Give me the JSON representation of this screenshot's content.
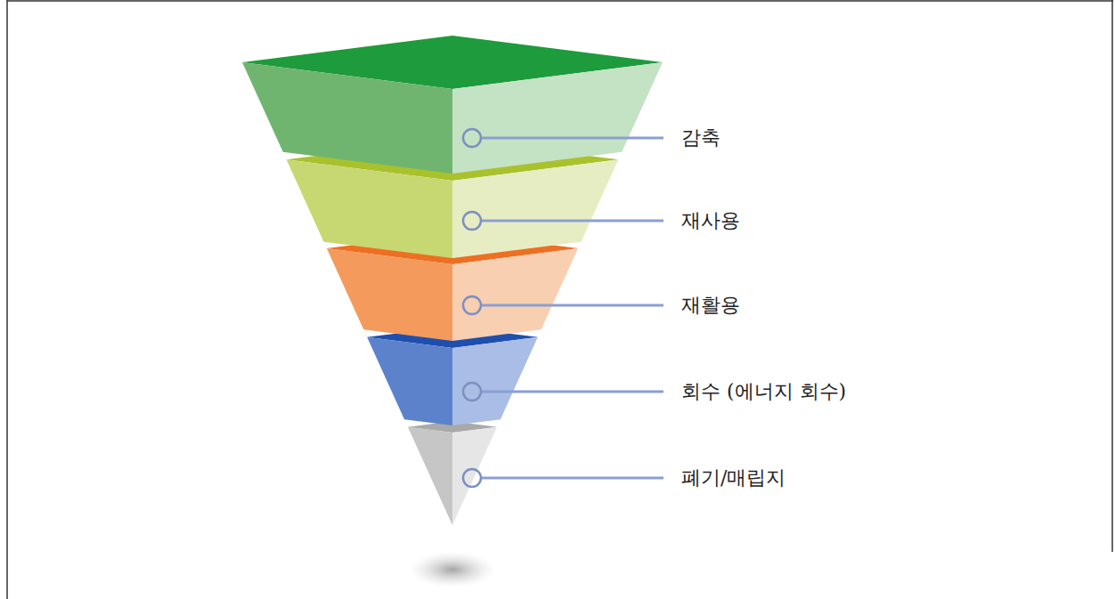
{
  "diagram": {
    "labels": [
      "감축",
      "재사용",
      "재활용",
      "회수 (에너지 회수)",
      "폐기/매립지"
    ]
  }
}
